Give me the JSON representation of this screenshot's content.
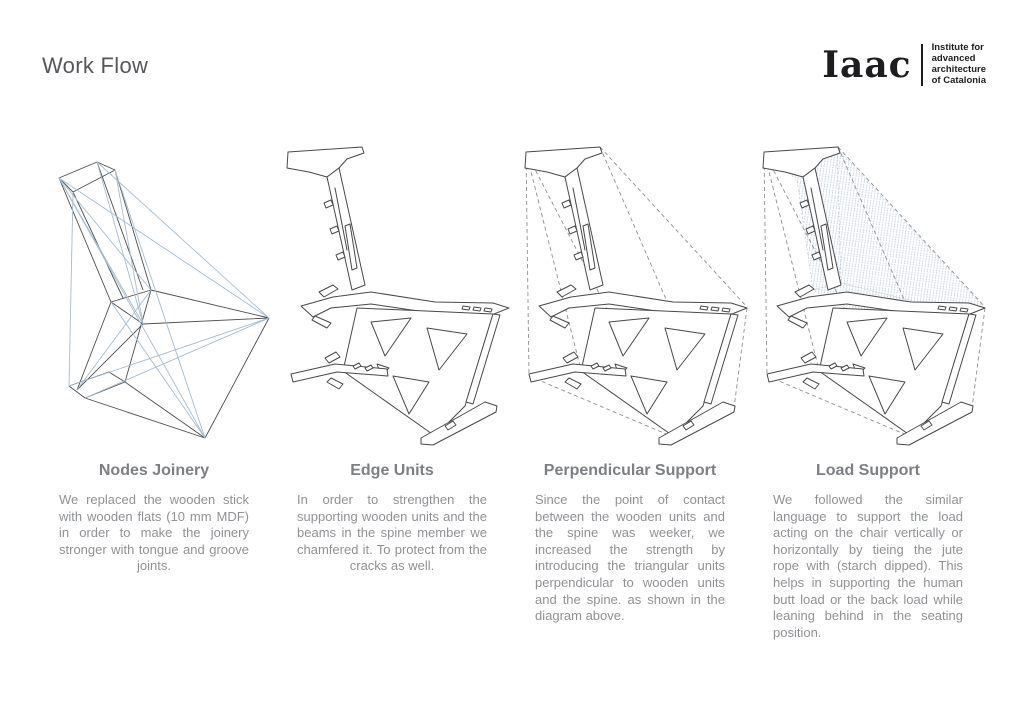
{
  "page": {
    "title": "Work Flow"
  },
  "logo": {
    "wordmark": "Iaac",
    "tagline_lines": [
      "Institute for",
      "advanced",
      "architecture",
      "of Catalonia"
    ]
  },
  "columns": [
    {
      "diagram": "wireframe-chair-nodes-sketch",
      "heading": "Nodes Joinery",
      "body": "We replaced the wooden stick with wooden flats (10 mm MDF) in order to make the joinery stronger with tongue and groove joints."
    },
    {
      "diagram": "chair-outline-drawing",
      "heading": "Edge Units",
      "body": "In order to strengthen the supporting wooden units and the beams in the spine member we chamfered it. To protect from the cracks as well."
    },
    {
      "diagram": "chair-with-dashed-triangular-supports",
      "heading": "Perpendicular Support",
      "body": "Since the point of contact between the wooden units and the spine was weeker, we increased the strength by introducing the triangular units perpendicular to wooden units and the spine. as shown in the diagram above."
    },
    {
      "diagram": "chair-with-jute-rope-webbing",
      "heading": "Load Support",
      "body": "We followed the similar language to support the load acting on the chair vertically or horizontally by tieing the jute rope with (starch dipped). This helps in supporting the human butt load or the back load while leaning behind in the seating position."
    }
  ],
  "colors": {
    "title": "#55565a",
    "heading": "#7d7f83",
    "body_text": "#8f9194",
    "logo": "#1d1d1f",
    "line_dark": "#48484a",
    "line_blue": "#a7bccd",
    "dash_gray": "#8f8f91",
    "hatch_blue": "#bccbd9"
  }
}
